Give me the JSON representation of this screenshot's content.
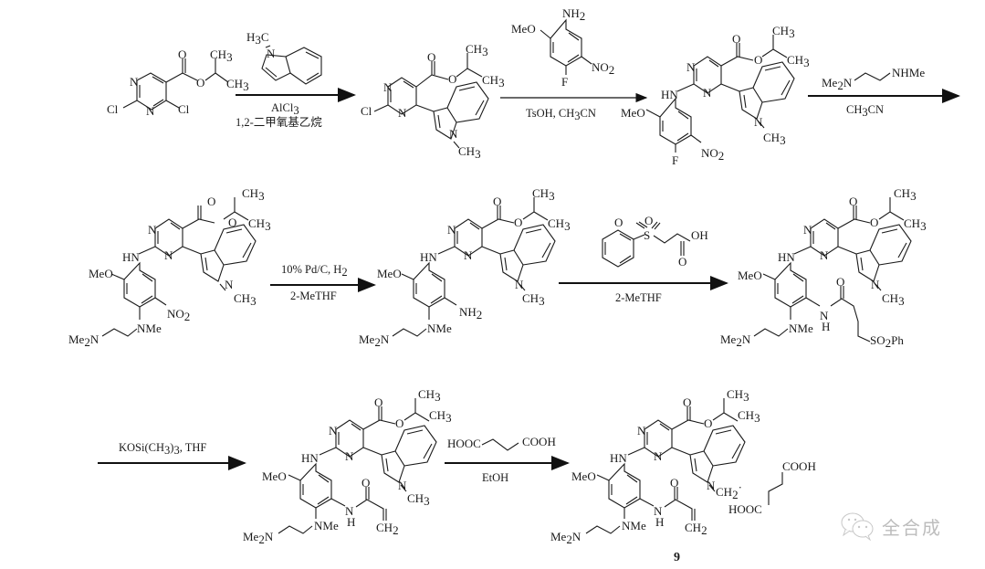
{
  "scheme": {
    "title": "Synthesis scheme of compound 9",
    "compound_label": "9",
    "steps": [
      {
        "id": 1,
        "reagents_above": "1-methylindole (H3C–N indole)",
        "reagents_below": [
          "AlCl3",
          "1,2-二甲氧基乙烷"
        ]
      },
      {
        "id": 2,
        "reagents_above": "2-methoxy-4-fluoro-5-nitroaniline",
        "reagents_below": [
          "TsOH, CH3CN"
        ]
      },
      {
        "id": 3,
        "reagents_above": "Me2N–CH2CH2–NHMe",
        "reagents_below": [
          "CH3CN"
        ]
      },
      {
        "id": 4,
        "reagents_above": "10% Pd/C, H2",
        "reagents_below": [
          "2-MeTHF"
        ]
      },
      {
        "id": 5,
        "reagents_above": "3-(phenylsulfonyl)propanoic acid",
        "reagents_below": [
          "2-MeTHF"
        ]
      },
      {
        "id": 6,
        "reagents_above": "KOSi(CH3)3, THF",
        "reagents_below": []
      },
      {
        "id": 7,
        "reagents_above": "HOOC–CH2CH2–COOH",
        "reagents_below": [
          "EtOH"
        ]
      }
    ],
    "labels": {
      "cl": "Cl",
      "n": "N",
      "o": "O",
      "f": "F",
      "hn": "HN",
      "meo": "MeO",
      "nme": "NMe",
      "me2n": "Me",
      "me2n_sub": "2",
      "me2n_n": "N",
      "ch": "CH",
      "ch_sub": "3",
      "h3c": "H",
      "h3c_sub": "3",
      "h3c_c": "C",
      "nh2": "NH",
      "nh2_sub": "2",
      "no2": "NO",
      "no2_sub": "2",
      "h": "H",
      "ch2": "CH",
      "ch2_sub": "2",
      "so2ph": "SO",
      "so2ph_sub": "2",
      "so2ph_ph": "Ph",
      "oh": "OH",
      "s": "S",
      "nhme": "NHMe",
      "hooc": "HOOC",
      "cooh": "COOH",
      "dot": "·"
    },
    "conditions": {
      "alcl": "AlCl",
      "alcl_sub": "3",
      "dme": "1,2-二甲氧基乙烷",
      "tsoh": "TsOH, CH",
      "tsoh_sub": "3",
      "tsoh_end": "CN",
      "ch3cn": "CH",
      "ch3cn_sub": "3",
      "ch3cn_end": "CN",
      "pdc": "10% Pd/C, H",
      "pdc_sub": "2",
      "methf": "2-MeTHF",
      "kosi": "KOSi(CH",
      "kosi_sub": "3",
      "kosi_mid": ")",
      "kosi_sub2": "3",
      "kosi_end": ", THF",
      "etoh": "EtOH"
    }
  },
  "watermark": {
    "icon": "wechat-icon",
    "text": "全合成"
  }
}
